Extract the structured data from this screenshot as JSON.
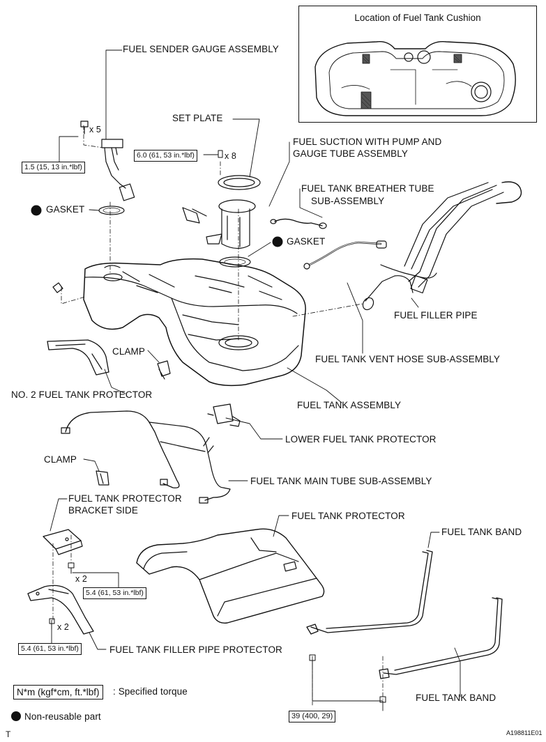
{
  "inset": {
    "title": "Location of Fuel Tank Cushion"
  },
  "labels": {
    "fuel_sender_gauge": "FUEL SENDER GAUGE ASSEMBLY",
    "set_plate": "SET PLATE",
    "fuel_suction_line1": "FUEL SUCTION WITH PUMP AND",
    "fuel_suction_line2": "GAUGE TUBE ASSEMBLY",
    "breather_line1": "FUEL TANK BREATHER TUBE",
    "breather_line2": "SUB-ASSEMBLY",
    "gasket_left": "GASKET",
    "gasket_center": "GASKET",
    "fuel_filler_pipe": "FUEL FILLER PIPE",
    "clamp_upper": "CLAMP",
    "vent_hose": "FUEL TANK VENT HOSE SUB-ASSEMBLY",
    "no2_protector": "NO. 2 FUEL TANK PROTECTOR",
    "fuel_tank_assembly": "FUEL TANK ASSEMBLY",
    "lower_protector": "LOWER FUEL TANK PROTECTOR",
    "clamp_lower": "CLAMP",
    "main_tube": "FUEL TANK MAIN TUBE SUB-ASSEMBLY",
    "bracket_line1": "FUEL TANK PROTECTOR",
    "bracket_line2": "BRACKET SIDE",
    "fuel_tank_protector": "FUEL TANK PROTECTOR",
    "fuel_tank_band_upper": "FUEL TANK BAND",
    "fuel_tank_band_lower": "FUEL TANK BAND",
    "filler_pipe_protector": "FUEL TANK FILLER PIPE PROTECTOR"
  },
  "multipliers": {
    "x5": "x 5",
    "x8": "x 8",
    "x2_a": "x 2",
    "x2_b": "x 2"
  },
  "torques": {
    "sender": "1.5 (15, 13 in.*lbf)",
    "set_plate": "6.0 (61, 53 in.*lbf)",
    "bracket": "5.4 (61, 53 in.*lbf)",
    "filler_protector": "5.4 (61, 53 in.*lbf)",
    "band": "39 (400, 29)"
  },
  "legend": {
    "torque_box": "N*m (kgf*cm, ft.*lbf)",
    "torque_text": ": Specified torque",
    "nonreusable": "Non-reusable part"
  },
  "corner": {
    "left": "T",
    "code": "A198811E01"
  }
}
